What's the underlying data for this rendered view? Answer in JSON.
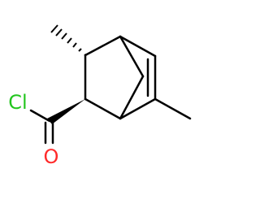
{
  "molecule": {
    "atoms": [
      {
        "id": "chlorine",
        "label": "Cl",
        "color": "#22c51e"
      },
      {
        "id": "oxygen",
        "label": "O",
        "color": "#ff2a2a"
      }
    ],
    "bond_color": "#000000",
    "background": "#ffffff"
  }
}
